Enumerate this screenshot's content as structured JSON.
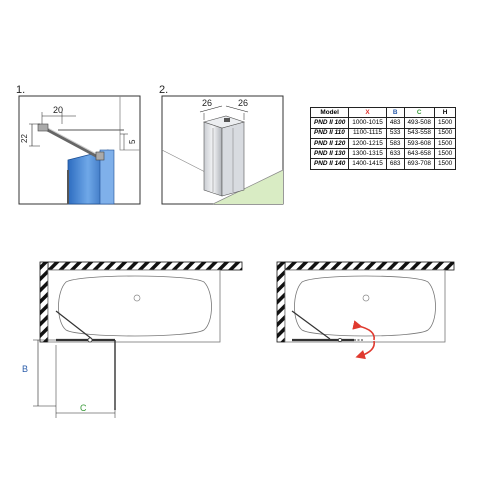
{
  "detail1": {
    "step": "1.",
    "dim_top": "20",
    "dim_left": "22",
    "dim_right": "5"
  },
  "detail2": {
    "step": "2.",
    "dim_a": "26",
    "dim_b": "26"
  },
  "spec_table": {
    "headers": [
      "Model",
      "X",
      "B",
      "C",
      "H"
    ],
    "header_colors": {
      "x": "#e0312d",
      "b": "#2a5caa",
      "c": "#3a9b3a"
    },
    "rows": [
      [
        "PND II 100",
        "1000-1015",
        "483",
        "493-508",
        "1500"
      ],
      [
        "PND II 110",
        "1100-1115",
        "533",
        "543-558",
        "1500"
      ],
      [
        "PND II 120",
        "1200-1215",
        "583",
        "593-608",
        "1500"
      ],
      [
        "PND II 130",
        "1300-1315",
        "633",
        "643-658",
        "1500"
      ],
      [
        "PND II 140",
        "1400-1415",
        "683",
        "693-708",
        "1500"
      ]
    ]
  },
  "plan_left": {
    "dim_b": "B",
    "dim_c": "C"
  },
  "colors": {
    "glass": "#3c7fd0",
    "floor": "#d9ecc4",
    "arrow": "#e03a2f"
  }
}
